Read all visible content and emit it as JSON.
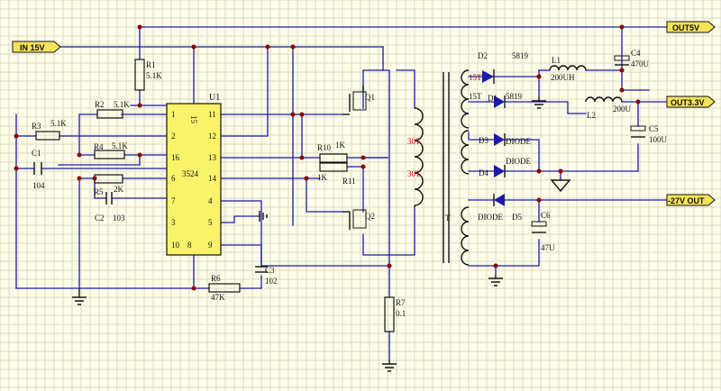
{
  "ports": {
    "in15v": "IN 15V",
    "out5v": "OUT5V",
    "out33v": "OUT3.3V",
    "out_neg27v": "-27V OUT"
  },
  "ic": {
    "ref": "U1",
    "part": "3524",
    "left_pins": [
      "1",
      "2",
      "16",
      "6",
      "7",
      "3",
      "10"
    ],
    "right_pins": [
      "11",
      "12",
      "13",
      "14",
      "4",
      "5",
      "9"
    ],
    "top_pin": "15",
    "bottom_pin": "8"
  },
  "components": {
    "r1_ref": "R1",
    "r1_val": "5.1K",
    "r2_ref": "R2",
    "r2_val": "5.1K",
    "r3_ref": "R3",
    "r3_val": "5.1K",
    "r4_ref": "R4",
    "r4_val": "5.1K",
    "r5_ref": "R5",
    "r5_val": "2K",
    "r6_ref": "R6",
    "r6_val": "47K",
    "r7_ref": "R7",
    "r7_val": "0.1",
    "r10_ref": "R10",
    "r10_val": "1K",
    "r11_ref": "R11",
    "r11_val": "1K",
    "c1_ref": "C1",
    "c1_val": "104",
    "c2_ref": "C2",
    "c2_val": "103",
    "c3_ref": "C3",
    "c3_val": "102",
    "c4_ref": "C4",
    "c4_val": "470U",
    "c5_ref": "C5",
    "c5_val": "100U",
    "c6_ref": "C6",
    "c6_val": "47U",
    "q1_ref": "Q1",
    "q2_ref": "Q2",
    "l1_ref": "L1",
    "l1_val": "200UH",
    "l2_ref": "L2",
    "l2_val": "200U",
    "d1_ref": "D1",
    "d1_val": "5819",
    "d2_ref": "D2",
    "d2_val": "5819",
    "d3_ref": "D3",
    "d3_val": "DIODE",
    "d4_ref": "D4",
    "d4_val": "DIODE",
    "d5_ref": "D5",
    "d5_val": "DIODE",
    "t_ref": "T",
    "prim_top": "30T",
    "prim_bot": "30T",
    "sec1": "15T",
    "sec2": "15T"
  },
  "colors": {
    "wire": "#1a1aa8",
    "junction": "#8b0000",
    "port_fill": "#f5e35a",
    "background": "#fffde6",
    "grid": "#d9d9cf"
  }
}
